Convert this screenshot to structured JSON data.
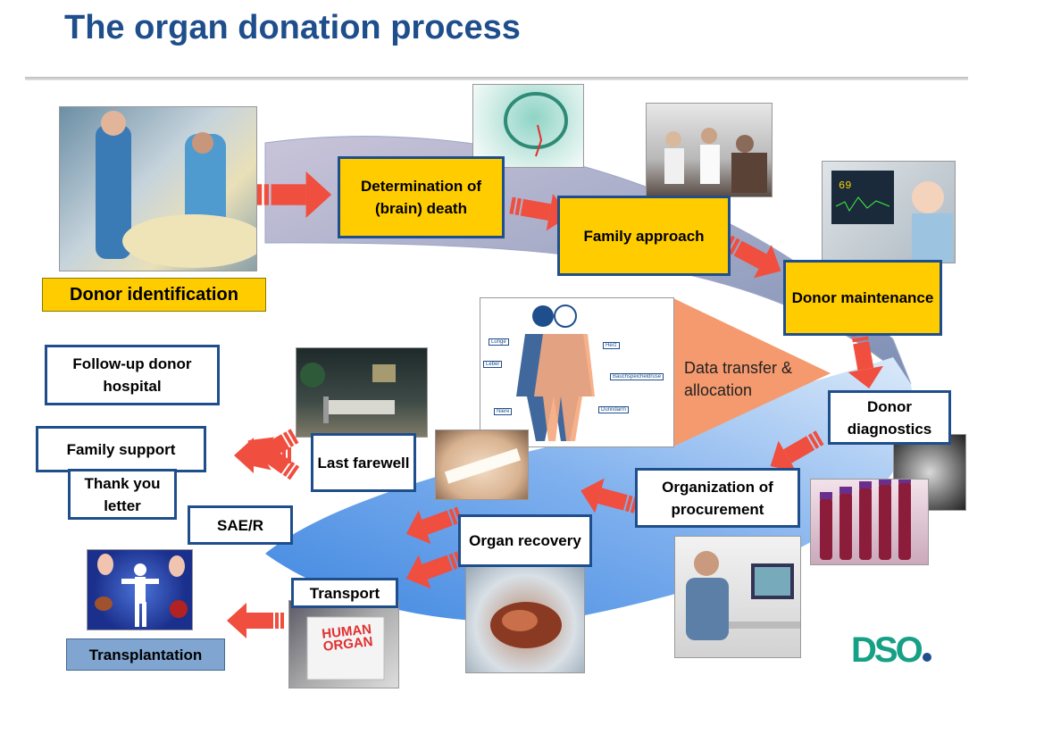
{
  "title": "The organ donation process",
  "colors": {
    "title": "#1f4e8c",
    "step_fill": "#ffcc00",
    "border": "#1f4e8c",
    "arrow": "#f04e3e",
    "cycle_blue": "#6fa3e8"
  },
  "steps": {
    "donor_identification": "Donor identification",
    "determination_death": "Determination of (brain) death",
    "family_approach": "Family approach",
    "donor_maintenance": "Donor maintenance",
    "donor_diagnostics": "Donor diagnostics",
    "organization_procurement": "Organization of procurement",
    "organ_recovery": "Organ recovery",
    "transport": "Transport",
    "transplantation": "Transplantation",
    "last_farewell": "Last farewell",
    "sae_r": "SAE/R",
    "family_support": "Family support",
    "follow_up": "Follow-up donor hospital",
    "thank_you": "Thank you letter"
  },
  "data_transfer": "Data transfer & allocation",
  "organ_labels": [
    "Lunge",
    "Leber",
    "Niere",
    "Herz",
    "Bauchspeicheldrüse",
    "Dünndarm"
  ],
  "box_sign": "HUMAN ORGAN",
  "logo": "DSO"
}
